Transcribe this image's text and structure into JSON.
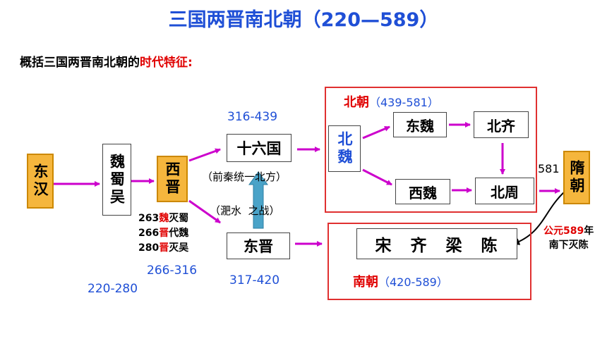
{
  "title": "三国两晋南北朝（220—589）",
  "subtitle": {
    "prefix": "概括三国两晋南北朝的",
    "highlight": "时代特征",
    "colon": ":"
  },
  "nodes": {
    "donghan": "东汉",
    "wei_shu_wu": "魏蜀吴",
    "xijin": "西晋",
    "shiliuguo": "十六国",
    "dongjin": "东晋",
    "beiwei": "北魏",
    "dongwei": "东魏",
    "beiqi": "北齐",
    "xiwei": "西魏",
    "beizhou": "北周",
    "song_qi_liang_chen": "宋　齐　梁　陈",
    "sui": "隋朝"
  },
  "labels": {
    "period_220_280": "220-280",
    "period_266_316": "266-316",
    "period_316_439": "316-439",
    "period_317_420": "317-420",
    "qianqin": "（前秦统一北方）",
    "feishui": "（淝水  之战）",
    "beichao_name": "北朝",
    "beichao_years": "（439-581）",
    "nanchao_name": "南朝",
    "nanchao_years": "（420-589）",
    "year_581": "581",
    "events": [
      {
        "year": "263",
        "actor": "魏",
        "action": "灭蜀"
      },
      {
        "year": "266",
        "actor": "晋",
        "action": "代魏"
      },
      {
        "year": "280",
        "actor": "晋",
        "action": "灭吴"
      }
    ],
    "sui_note_prefix": "公元",
    "sui_note_year": "589",
    "sui_note_suffix": "年",
    "sui_note_line2": "南下灭陈"
  },
  "colors": {
    "title_blue": "#1f4fd6",
    "highlight_red": "#e00000",
    "arrow_magenta": "#cc00cc",
    "box_orange": "#f5b63d",
    "arrow_teal": "#4aa3c8"
  }
}
